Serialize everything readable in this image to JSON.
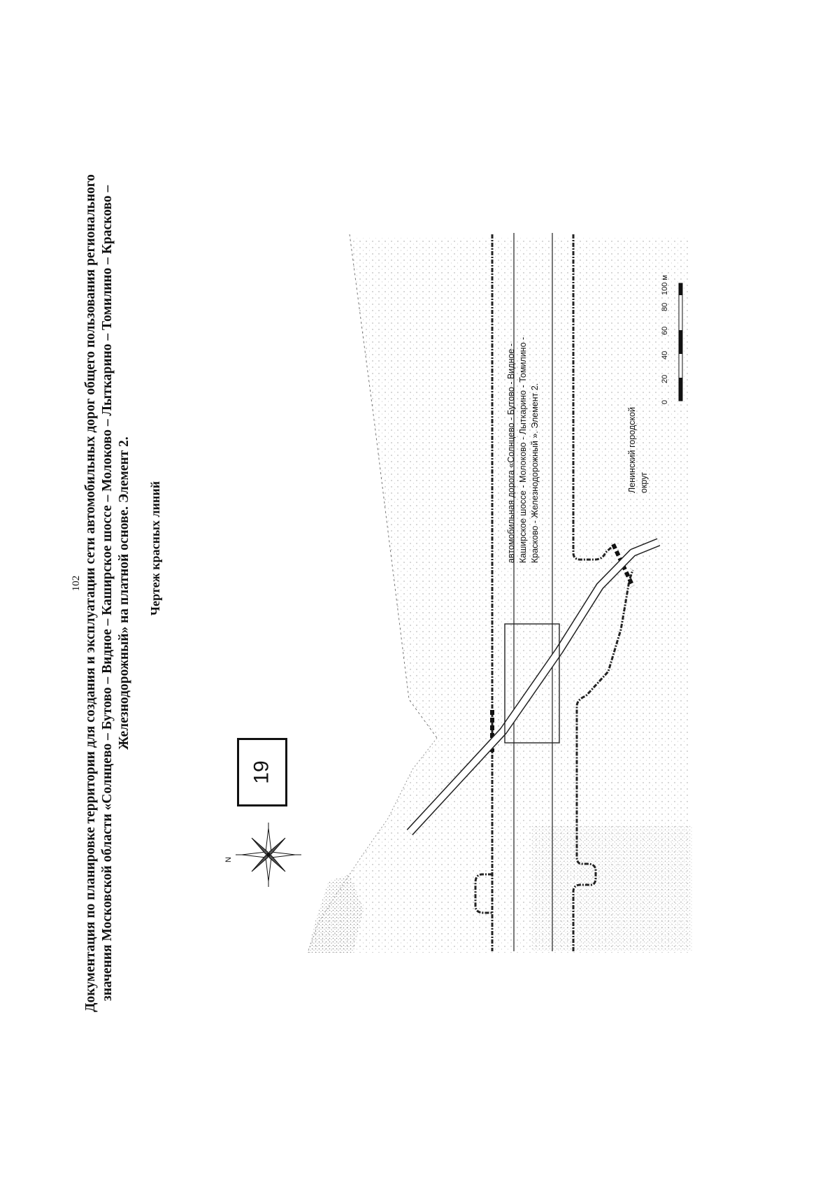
{
  "page_number": "102",
  "heading_lines": [
    "Документация по планировке территории для создания и эксплуатации сети автомобильных дорог общего пользования регионального",
    "значения Московской области «Солнцево – Бутово – Видное – Каширское шоссе – Молоково – Лыткарино – Томилино – Красково –",
    "Железнодорожный» на платной основе. Элемент 2."
  ],
  "subheading": "Чертеж красных линий",
  "sheet_number": "19",
  "compass": {
    "north_label": "N"
  },
  "map": {
    "road_label_lines": [
      "автомобильная   дорога   «Солнцево   -   Бутово   -   Видное   -",
      "Каширское  шоссе  -  Молоково  -  Лыткарино  -  Томилино  -",
      "Красково - Железнодорожный ». Элемент 2."
    ],
    "district_label_lines": [
      "Ленинский городской",
      "округ"
    ]
  },
  "scale_bar": {
    "ticks": [
      "0",
      "20",
      "40",
      "60",
      "80",
      "100 м"
    ]
  }
}
